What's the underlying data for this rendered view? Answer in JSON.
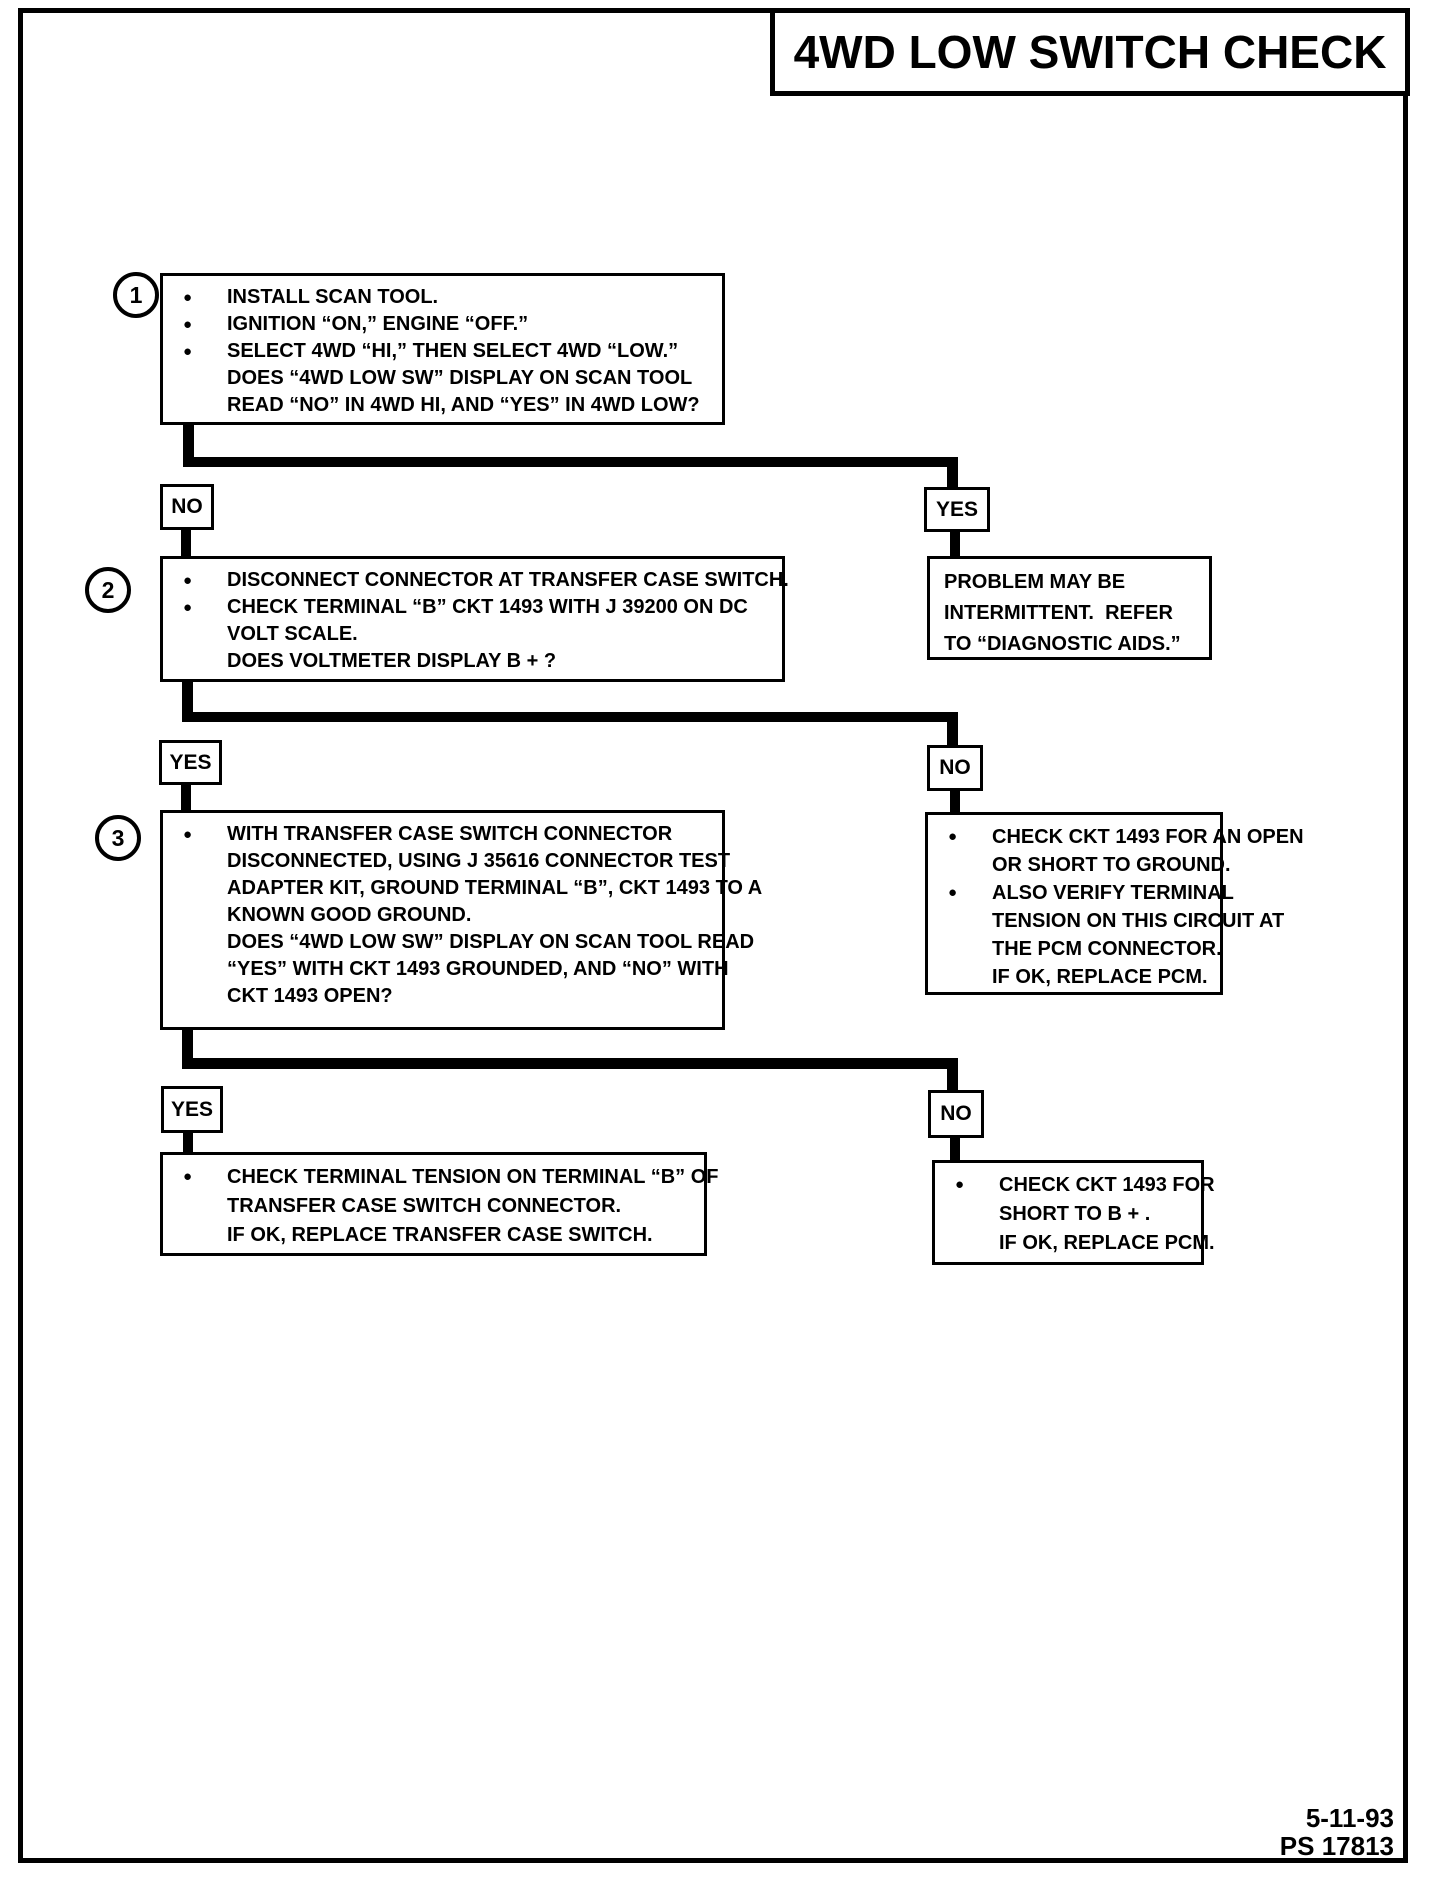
{
  "title": "4WD LOW SWITCH CHECK",
  "steps": {
    "one": "1",
    "two": "2",
    "three": "3"
  },
  "decisions": {
    "no1": "NO",
    "yes1": "YES",
    "yes2": "YES",
    "no2": "NO",
    "yes3": "YES",
    "no3": "NO"
  },
  "boxes": {
    "box1": {
      "lines": [
        {
          "b": "●",
          "t": "INSTALL SCAN TOOL."
        },
        {
          "b": "●",
          "t": "IGNITION “ON,” ENGINE “OFF.”"
        },
        {
          "b": "●",
          "t": "SELECT 4WD “HI,” THEN SELECT 4WD “LOW.”"
        },
        {
          "b": "",
          "t": "DOES “4WD LOW SW” DISPLAY ON SCAN TOOL"
        },
        {
          "b": "",
          "t": "READ “NO” IN 4WD HI, AND “YES” IN 4WD LOW?"
        }
      ]
    },
    "box2": {
      "lines": [
        {
          "b": "●",
          "t": "DISCONNECT CONNECTOR AT TRANSFER CASE SWITCH."
        },
        {
          "b": "●",
          "t": "CHECK TERMINAL “B” CKT 1493 WITH J 39200 ON DC"
        },
        {
          "b": "",
          "t": "VOLT SCALE."
        },
        {
          "b": "",
          "t": "DOES VOLTMETER DISPLAY B + ?"
        }
      ]
    },
    "box3": {
      "lines": [
        {
          "b": "●",
          "t": "WITH TRANSFER CASE SWITCH CONNECTOR"
        },
        {
          "b": "",
          "t": "DISCONNECTED, USING J 35616 CONNECTOR TEST"
        },
        {
          "b": "",
          "t": "ADAPTER KIT, GROUND TERMINAL “B”, CKT 1493 TO A"
        },
        {
          "b": "",
          "t": "KNOWN GOOD GROUND."
        },
        {
          "b": "",
          "t": "DOES “4WD LOW SW” DISPLAY ON SCAN TOOL READ"
        },
        {
          "b": "",
          "t": "“YES” WITH CKT 1493 GROUNDED, AND “NO” WITH"
        },
        {
          "b": "",
          "t": "CKT 1493 OPEN?"
        }
      ]
    },
    "problem": {
      "lines": [
        {
          "t": "PROBLEM MAY BE"
        },
        {
          "t": "INTERMITTENT.  REFER"
        },
        {
          "t": "TO “DIAGNOSTIC AIDS.”"
        }
      ]
    },
    "check_open": {
      "lines": [
        {
          "b": "●",
          "t": "CHECK CKT 1493 FOR AN OPEN"
        },
        {
          "b": "",
          "t": "OR SHORT TO GROUND."
        },
        {
          "b": "●",
          "t": "ALSO VERIFY TERMINAL"
        },
        {
          "b": "",
          "t": "TENSION ON THIS CIRCUIT AT"
        },
        {
          "b": "",
          "t": "THE PCM CONNECTOR."
        },
        {
          "b": "",
          "t": "IF OK, REPLACE PCM."
        }
      ]
    },
    "final_left": {
      "lines": [
        {
          "b": "●",
          "t": "CHECK TERMINAL TENSION ON TERMINAL “B” OF"
        },
        {
          "b": "",
          "t": "TRANSFER CASE SWITCH CONNECTOR."
        },
        {
          "b": "",
          "t": "IF OK, REPLACE TRANSFER CASE SWITCH."
        }
      ]
    },
    "final_right": {
      "lines": [
        {
          "b": "●",
          "t": "CHECK CKT 1493 FOR"
        },
        {
          "b": "",
          "t": "SHORT TO B + ."
        },
        {
          "b": "",
          "t": "IF OK, REPLACE PCM."
        }
      ]
    }
  },
  "footer": {
    "date": "5-11-93",
    "code": "PS 17813"
  }
}
